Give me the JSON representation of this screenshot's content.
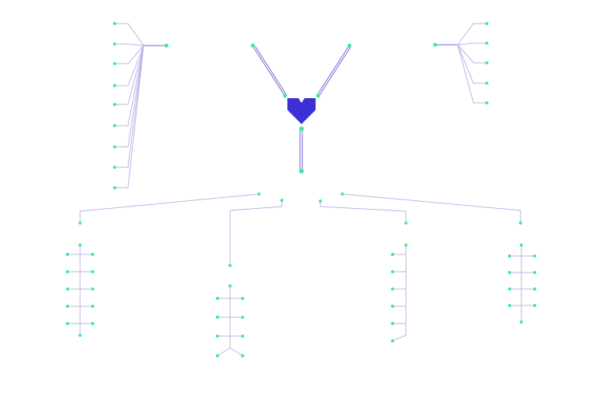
{
  "theme": {
    "background": "#ffffff",
    "hub_color": "#3c2fd6",
    "node_color": "#3ee8a6",
    "edge_color": "#b9b4ea",
    "edge_strong_color": "#6f63d9"
  },
  "hub": {
    "icon": "heart-chevron-icon"
  },
  "clusters": [
    {
      "id": "top-left-fan",
      "leaf_count": 9
    },
    {
      "id": "top-right-fan",
      "leaf_count": 5
    },
    {
      "id": "bottom-tree-1",
      "leaf_count": 10
    },
    {
      "id": "bottom-tree-2",
      "leaf_count": 8
    },
    {
      "id": "bottom-tree-3",
      "leaf_count": 6
    },
    {
      "id": "bottom-tree-4",
      "leaf_count": 8
    }
  ]
}
